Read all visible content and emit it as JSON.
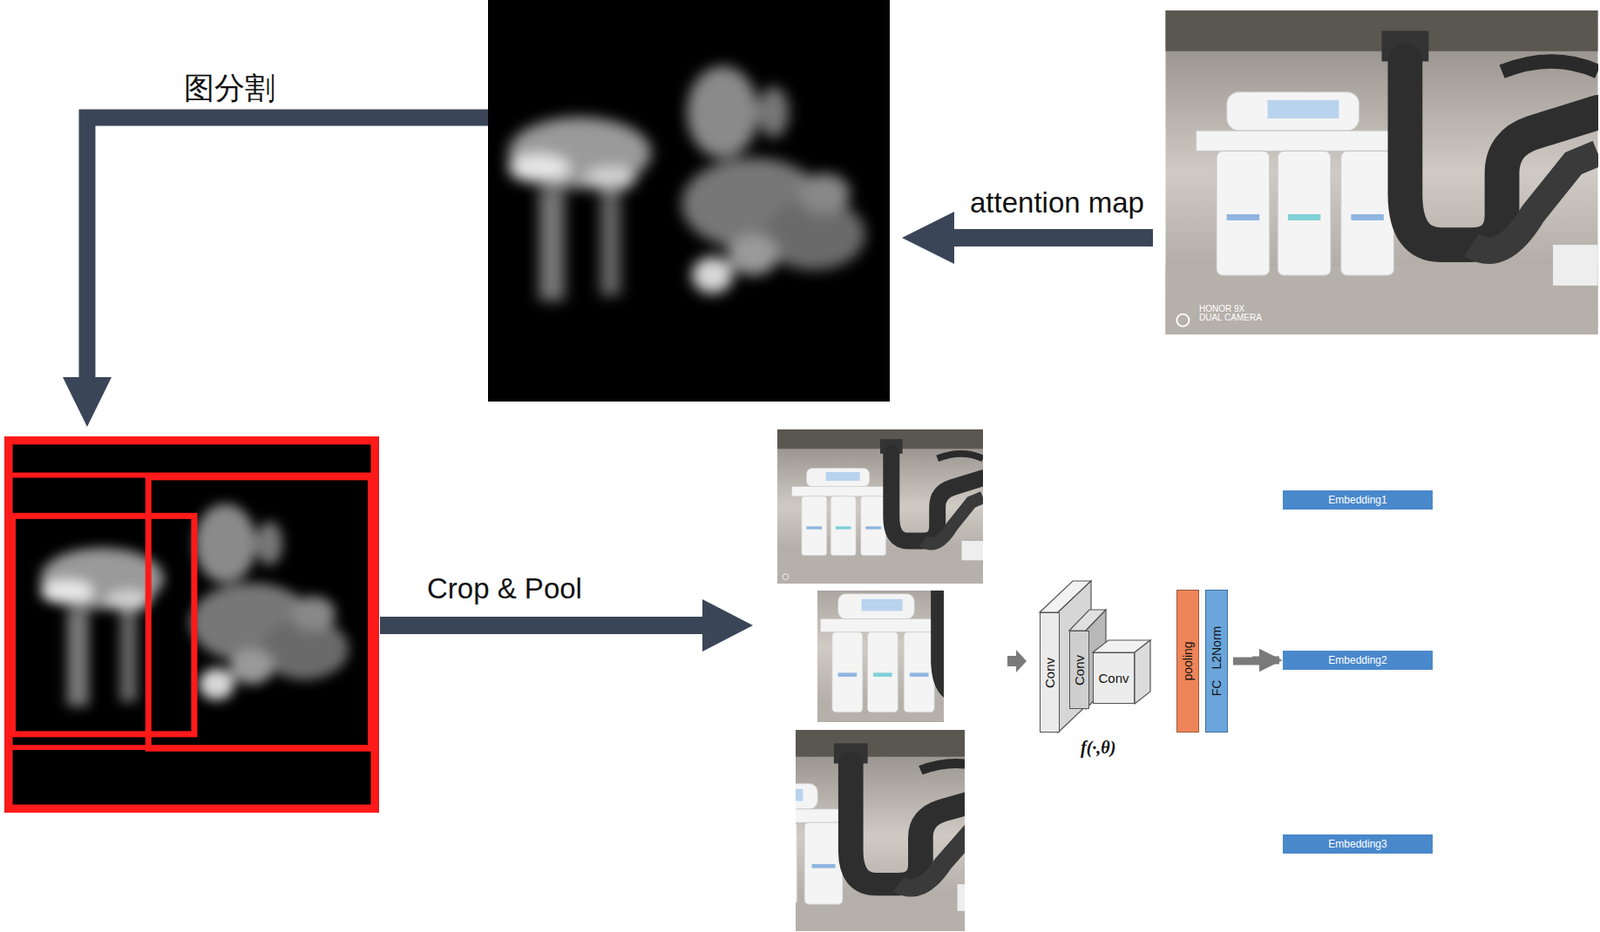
{
  "diagram": {
    "nodes": [
      {
        "text": [
          "Conv"
        ]
      },
      {
        "text": [
          "Conv"
        ]
      },
      {
        "text": [
          "Conv"
        ]
      },
      {
        "text": [
          "pooling"
        ]
      },
      {
        "text": [
          "FC",
          "L2Norm"
        ]
      },
      {
        "text": [
          "Embedding1"
        ]
      },
      {
        "text": [
          "Embedding2"
        ]
      },
      {
        "text": [
          "Embedding3"
        ]
      }
    ],
    "edges": [
      {
        "from": 4,
        "to": 6,
        "arrow": "to"
      }
    ],
    "labels": [
      "图分割",
      "attention map",
      "Crop & Pool",
      "f(·,θ)",
      "HONOR 9X DUAL CAMERA"
    ]
  }
}
